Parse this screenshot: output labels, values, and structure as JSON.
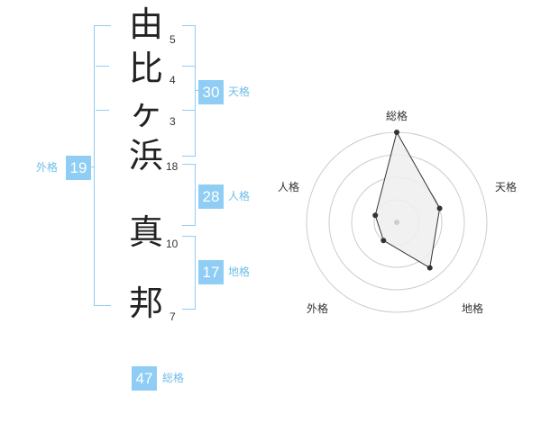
{
  "name_chars": [
    {
      "char": "由",
      "strokes": "5"
    },
    {
      "char": "比",
      "strokes": "4"
    },
    {
      "char": "ヶ",
      "strokes": "3"
    },
    {
      "char": "浜",
      "strokes": "18"
    },
    {
      "char": "真",
      "strokes": "10"
    },
    {
      "char": "邦",
      "strokes": "7"
    }
  ],
  "scores": {
    "tenkaku": {
      "value": "30",
      "label": "天格"
    },
    "jinkaku": {
      "value": "28",
      "label": "人格"
    },
    "chikaku": {
      "value": "17",
      "label": "地格"
    },
    "gaikaku": {
      "value": "19",
      "label": "外格"
    },
    "soukaku": {
      "value": "47",
      "label": "総格"
    }
  },
  "colors": {
    "accent": "#8fcdf5",
    "accent_text": "#6fbde8",
    "radar_fill": "#eeeeee",
    "radar_line": "#333333"
  },
  "chart_data": {
    "type": "radar",
    "axes": [
      "総格",
      "天格",
      "地格",
      "外格",
      "人格"
    ],
    "values": [
      4,
      2,
      2.5,
      1,
      1
    ],
    "rmax": 4,
    "rings": 4,
    "title": "",
    "xlabel": "",
    "ylabel": ""
  }
}
